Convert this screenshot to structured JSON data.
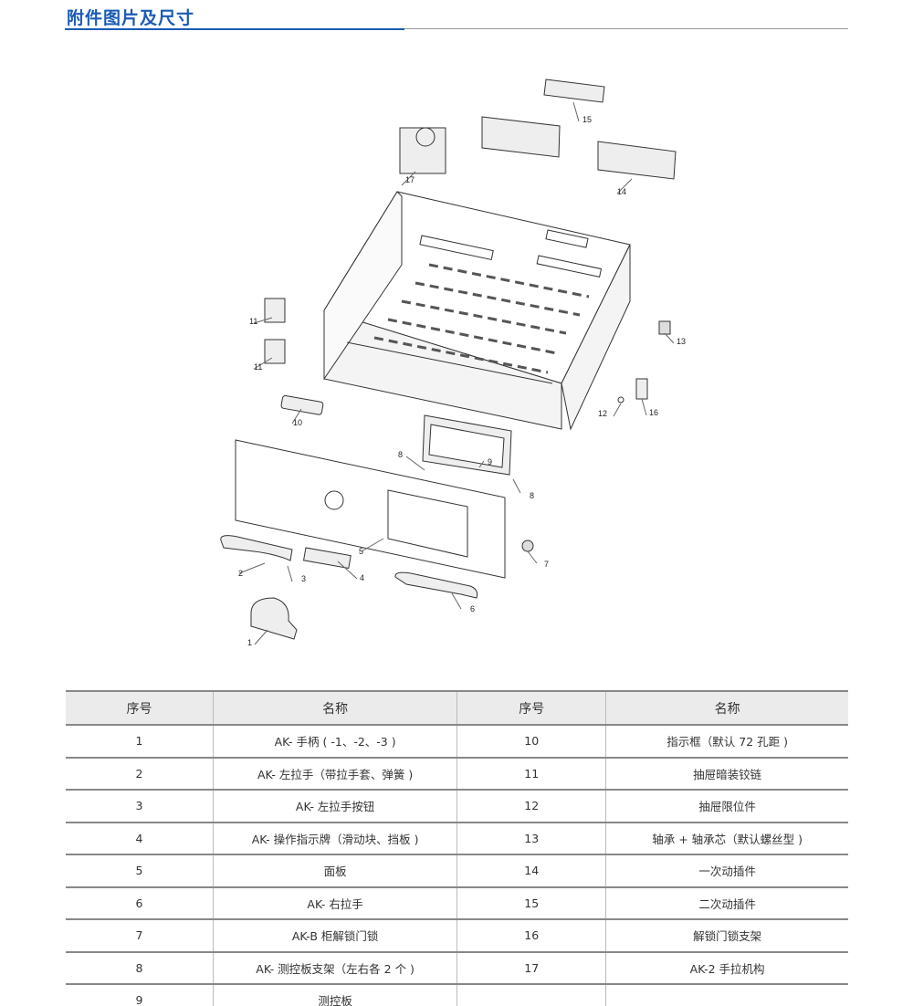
{
  "header": {
    "title": "附件图片及尺寸"
  },
  "drawing": {
    "callouts": [
      "1",
      "2",
      "3",
      "4",
      "5",
      "6",
      "7",
      "8",
      "8",
      "9",
      "10",
      "11",
      "11",
      "12",
      "13",
      "14",
      "15",
      "16",
      "17"
    ]
  },
  "table": {
    "headers": [
      "序号",
      "名称",
      "序号",
      "名称"
    ],
    "rows": [
      [
        "1",
        "AK- 手柄 ( -1、-2、-3 )",
        "10",
        "指示框（默认 72 孔距 )"
      ],
      [
        "2",
        "AK- 左拉手（带拉手套、弹簧 )",
        "11",
        "抽屉暗装铰链"
      ],
      [
        "3",
        "AK- 左拉手按钮",
        "12",
        "抽屉限位件"
      ],
      [
        "4",
        "AK- 操作指示牌（滑动块、挡板 )",
        "13",
        "轴承 + 轴承芯（默认螺丝型 )"
      ],
      [
        "5",
        "面板",
        "14",
        "一次动插件"
      ],
      [
        "6",
        "AK- 右拉手",
        "15",
        "二次动插件"
      ],
      [
        "7",
        "AK-B 柜解锁门锁",
        "16",
        "解锁门锁支架"
      ],
      [
        "8",
        "AK- 测控板支架（左右各 2 个 )",
        "17",
        "AK-2 手拉机构"
      ],
      [
        "9",
        "测控板",
        "",
        ""
      ]
    ]
  }
}
